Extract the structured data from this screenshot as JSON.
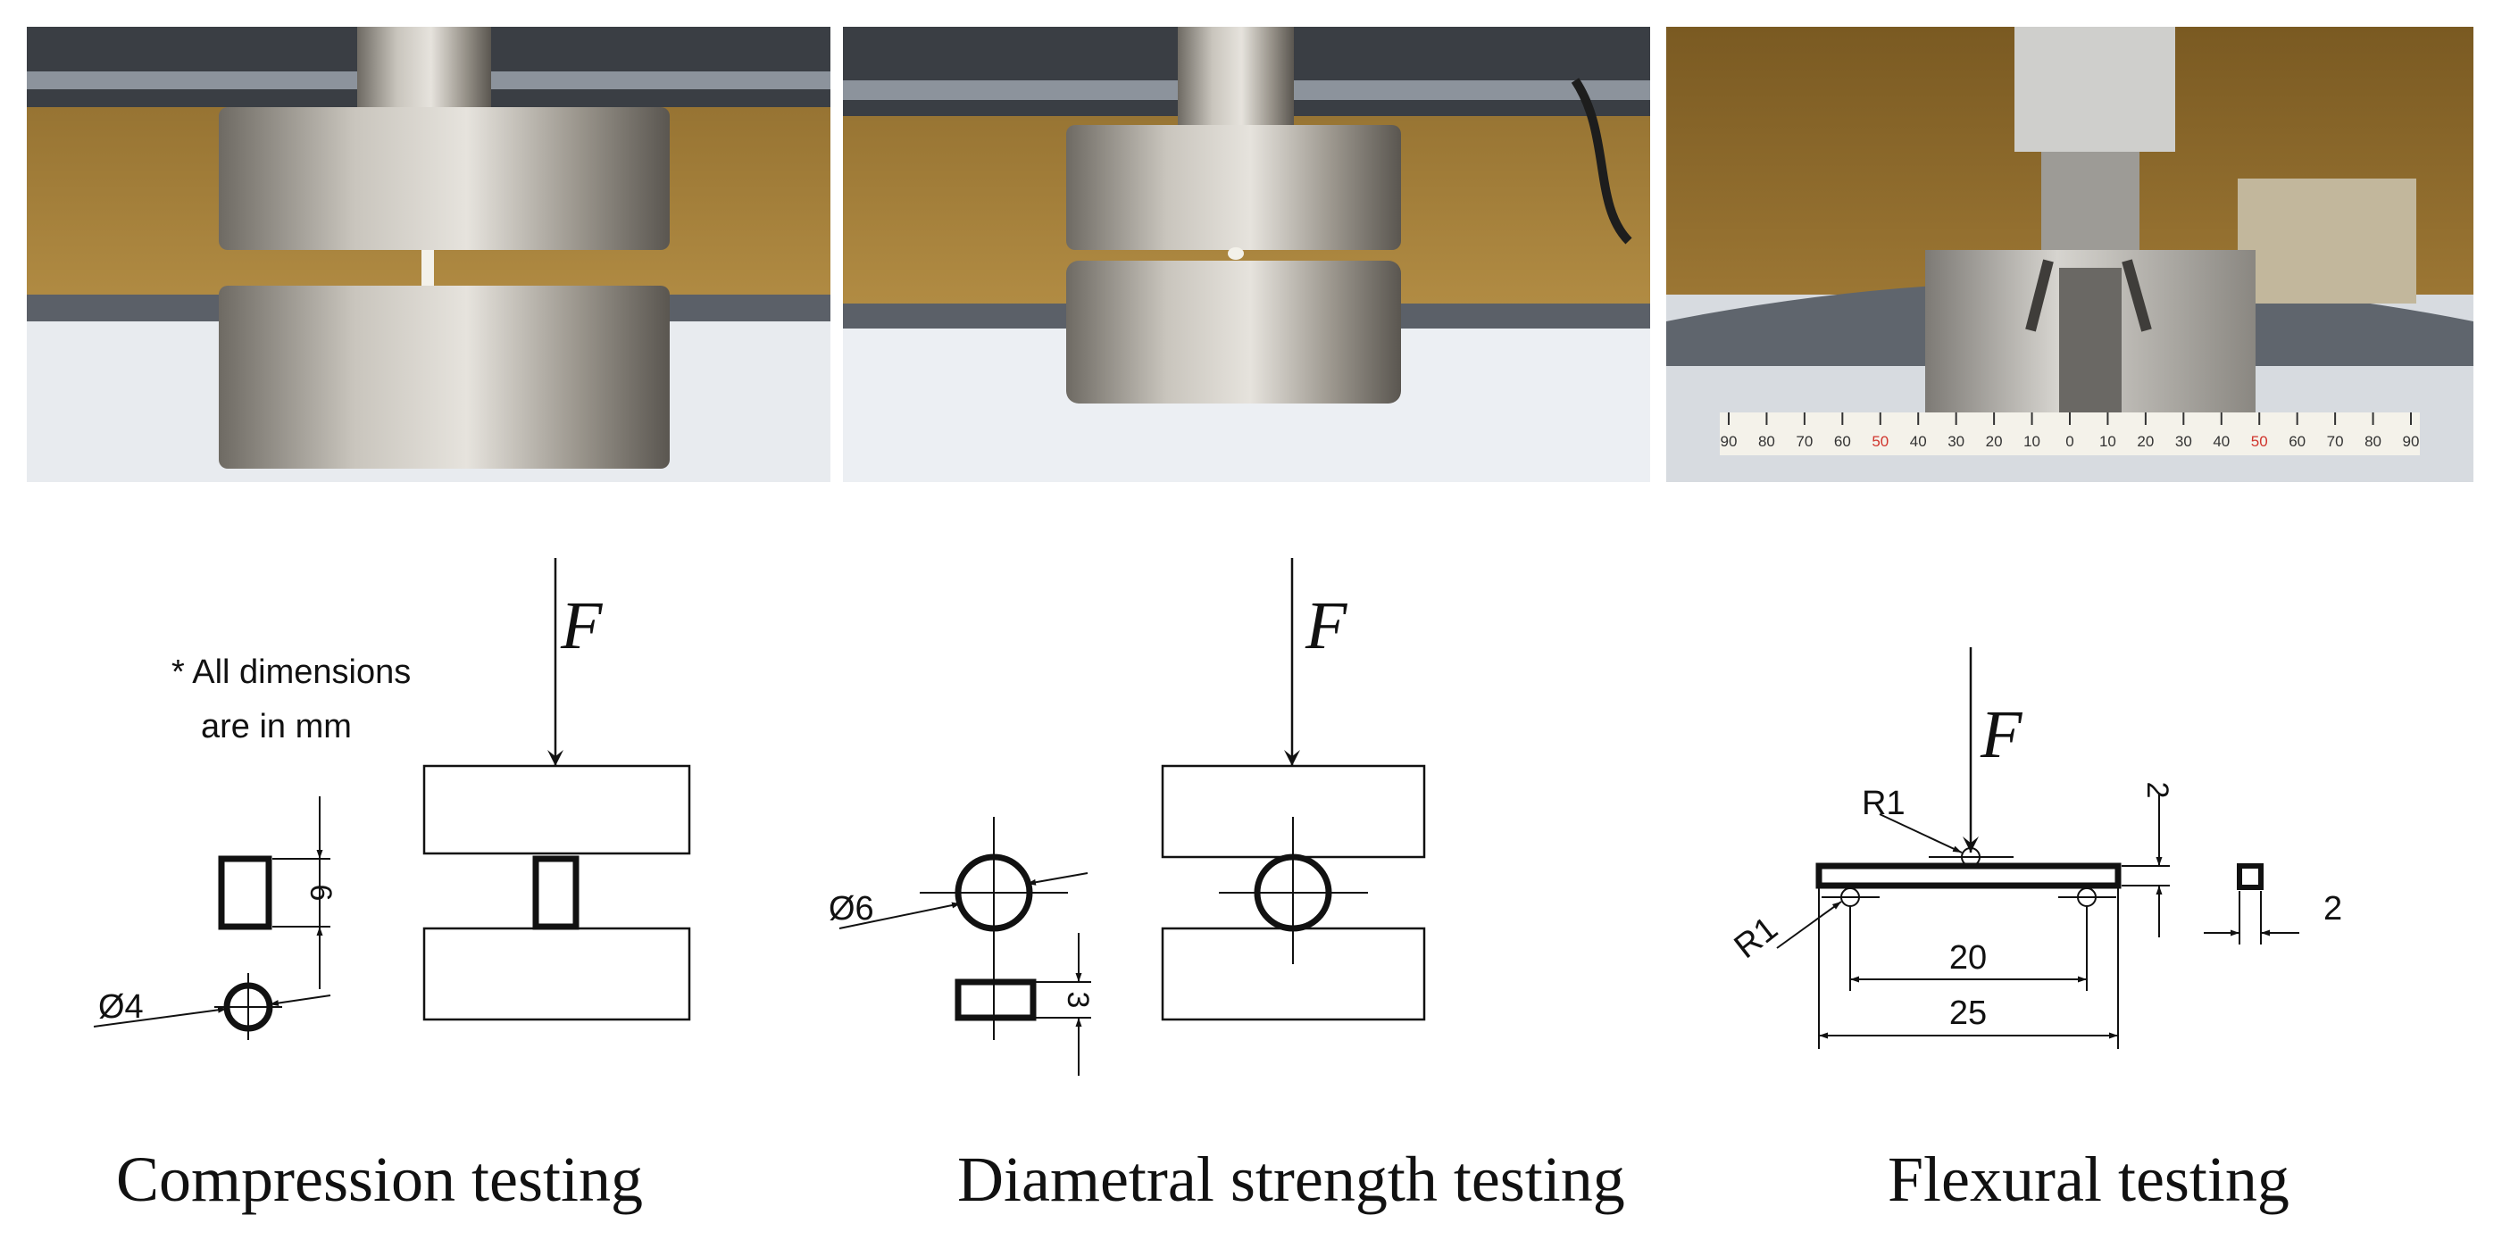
{
  "note": {
    "line1": "* All dimensions",
    "line2": "are in mm"
  },
  "force_label": "F",
  "panels": [
    {
      "caption": "Compression testing",
      "dims": {
        "height": "6",
        "diameter": "Ø4"
      }
    },
    {
      "caption": "Diametral strength testing",
      "dims": {
        "diameter": "Ø6",
        "thickness": "3"
      }
    },
    {
      "caption": "Flexural testing",
      "dims": {
        "radius_top": "R1",
        "radius_bottom": "R1",
        "thickness": "2",
        "width": "2",
        "span": "20",
        "length": "25"
      }
    }
  ],
  "ruler": {
    "labels": [
      "90",
      "80",
      "70",
      "60",
      "50",
      "40",
      "30",
      "20",
      "10",
      "0",
      "10",
      "20",
      "30",
      "40",
      "50",
      "60",
      "70",
      "80",
      "90"
    ]
  },
  "colors": {
    "steel": "#b8b4ac",
    "wall": "#c9a152",
    "bench": "#e8ebef",
    "ruler_red": "#d0342c"
  }
}
